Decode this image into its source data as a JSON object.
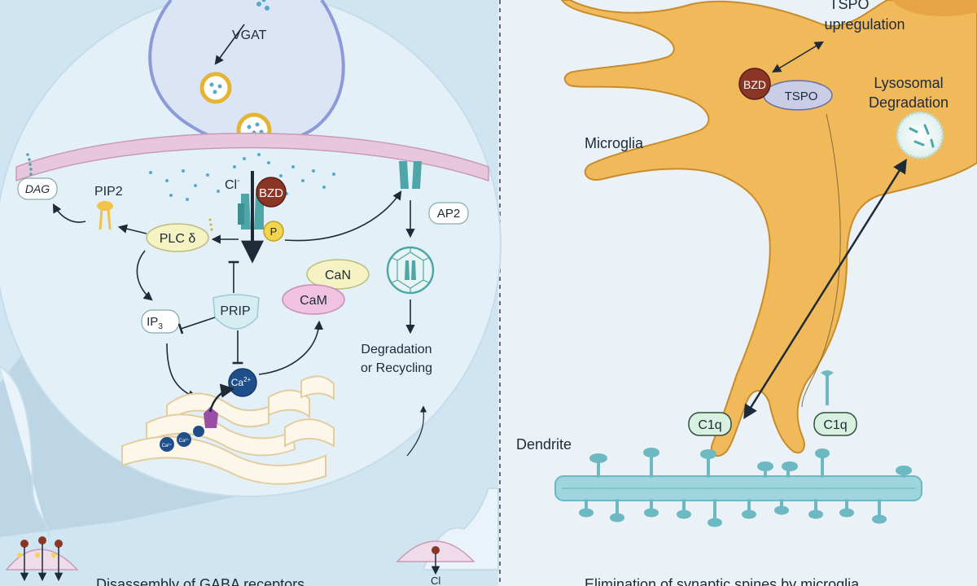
{
  "labels": {
    "vgat": "VGAT",
    "chloride": "Cl",
    "chloride_sup": "-",
    "bzd": "BZD",
    "p": "P",
    "dag": "DAG",
    "pip2": "PIP2",
    "plc": "PLC δ",
    "ip3": "IP",
    "ip3_sub": "3",
    "prip": "PRIP",
    "ca": "Ca",
    "ca_sup": "2+",
    "can": "CaN",
    "cam": "CaM",
    "ap2": "AP2",
    "degradation_line1": "Degradation",
    "degradation_line2": "or Recycling",
    "er_ca1": "Ca²⁺",
    "er_ca2": "Ca²⁺",
    "cl_bottom": "Cl",
    "bottom_left_cropped": "Disassembly of GABA receptors",
    "microglia": "Microglia",
    "tspo_upreg_line1": "TSPO",
    "tspo_upreg_line2": "upregulation",
    "bzd_microglia": "BZD",
    "tspo": "TSPO",
    "lysosomal_line1": "Lysosomal",
    "lysosomal_line2": "Degradation",
    "c1q_left": "C1q",
    "c1q_right": "C1q",
    "dendrite": "Dendrite",
    "bottom_right_cropped": "Elimination of synaptic spines by microglia"
  },
  "colors": {
    "left_bg": "#cfe6f2",
    "right_bg": "#eaf2f7",
    "circle_fill": "#e3f0f8",
    "membrane": "#e8c6dc",
    "vesicle_ring": "#e3b533",
    "bzd_fill": "#8a3526",
    "channel": "#4fa6a8",
    "microglia": "#f0b95a",
    "microglia_edge": "#c88c2c",
    "dendrite": "#6cb9c4"
  }
}
